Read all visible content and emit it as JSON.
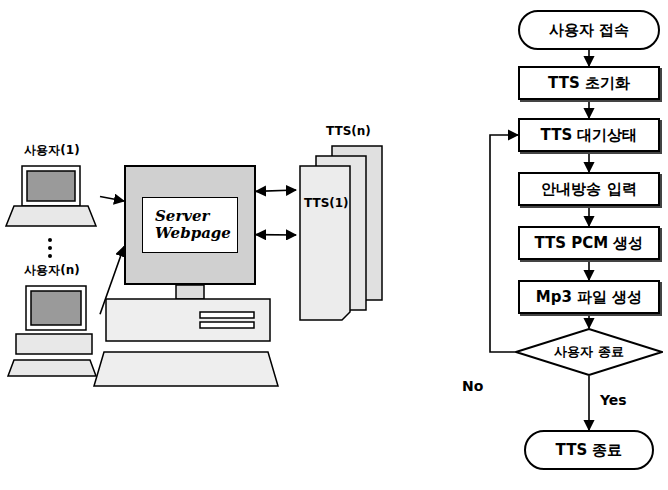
{
  "diagram": {
    "nodes": [
      {
        "text": [
          "사용자(1)"
        ]
      },
      {
        "text": [
          "사용자(n)"
        ]
      },
      {
        "text": [
          "Server Webpage"
        ]
      },
      {
        "text": [
          "TTS(n)",
          "TTS(1)"
        ]
      },
      {
        "text": [
          "사용자 접속"
        ]
      },
      {
        "text": [
          "TTS 초기화"
        ]
      },
      {
        "text": [
          "TTS 대기상태"
        ]
      },
      {
        "text": [
          "안내방송 입력"
        ]
      },
      {
        "text": [
          "TTS PCM 생성"
        ]
      },
      {
        "text": [
          "Mp3 파일 생성"
        ]
      },
      {
        "text": [
          "사용자 종료"
        ]
      },
      {
        "text": [
          "TTS 종료"
        ]
      }
    ],
    "edges": [
      {
        "from": 0,
        "to": 2,
        "arrow": "to"
      },
      {
        "from": 1,
        "to": 2,
        "arrow": "to"
      },
      {
        "from": 2,
        "to": 3,
        "arrow": "both"
      },
      {
        "from": 2,
        "to": 3,
        "arrow": "both"
      },
      {
        "from": 4,
        "to": 5,
        "arrow": "to"
      },
      {
        "from": 5,
        "to": 6,
        "arrow": "to"
      },
      {
        "from": 6,
        "to": 7,
        "arrow": "to"
      },
      {
        "from": 7,
        "to": 8,
        "arrow": "to"
      },
      {
        "from": 8,
        "to": 9,
        "arrow": "to"
      },
      {
        "from": 9,
        "to": 10,
        "arrow": "to"
      },
      {
        "from": 10,
        "to": 6,
        "label": "No",
        "arrow": "to"
      },
      {
        "from": 10,
        "to": 11,
        "label": "Yes",
        "arrow": "to"
      }
    ]
  }
}
